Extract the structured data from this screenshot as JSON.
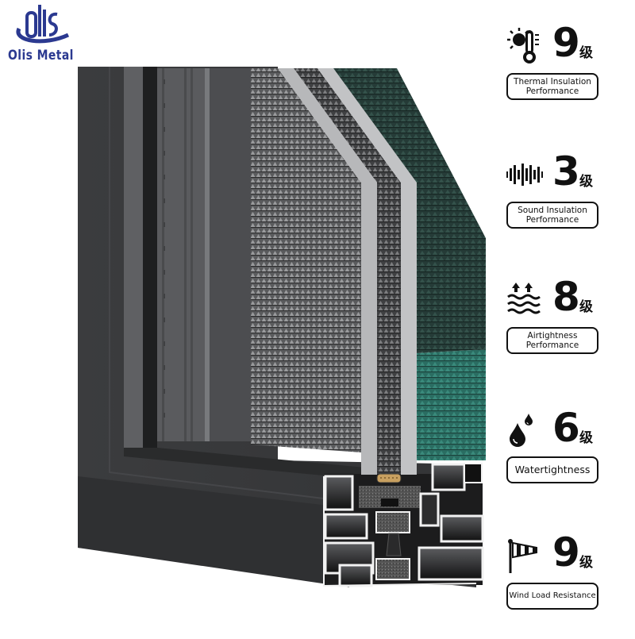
{
  "brand": {
    "name": "Olis Metal",
    "color": "#2b3990"
  },
  "product": {
    "subject": "aluminum window profile cross-section with double glazing and insect screen",
    "frame_color": "#3a3b3d",
    "screen_color": "#2c4a44",
    "screen_highlight": "#2f7a6c"
  },
  "unit_glyph": "级",
  "specs": [
    {
      "icon": "thermometer-sun-icon",
      "grade": "9",
      "label_line1": "Thermal Insulation",
      "label_line2": "Performance"
    },
    {
      "icon": "sound-wave-icon",
      "grade": "3",
      "label_line1": "Sound Insulation",
      "label_line2": "Performance"
    },
    {
      "icon": "air-waves-icon",
      "grade": "8",
      "label_line1": "Airtightness",
      "label_line2": "Performance"
    },
    {
      "icon": "water-drops-icon",
      "grade": "6",
      "label_line1": "Watertightness",
      "label_line2": ""
    },
    {
      "icon": "windsock-icon",
      "grade": "9",
      "label_line1": "Wind Load Resistance",
      "label_line2": ""
    }
  ]
}
